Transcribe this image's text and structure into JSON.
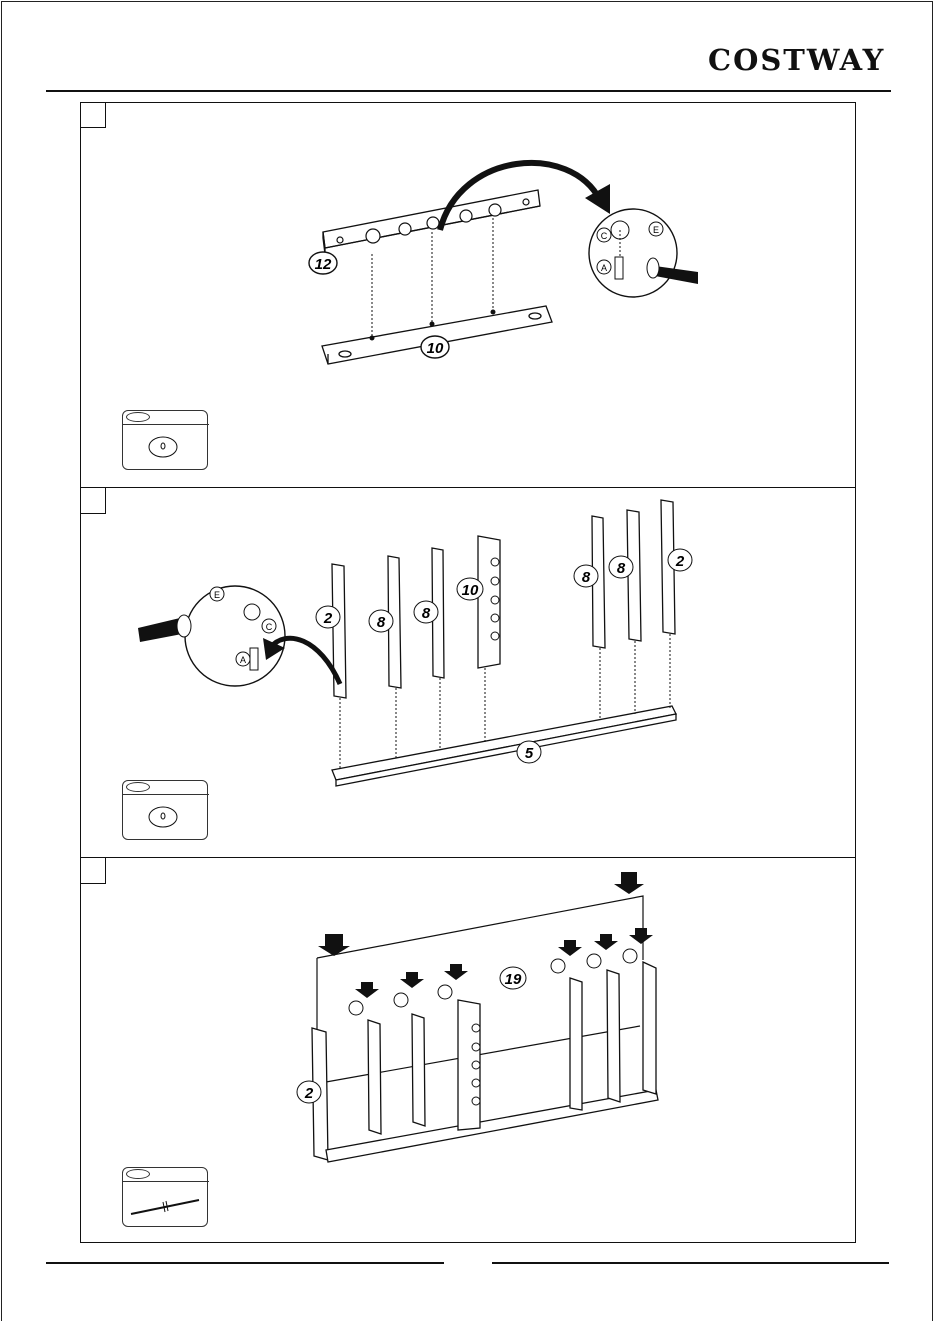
{
  "header": {
    "brand": "COSTWAY"
  },
  "steps": [
    {
      "number": "",
      "parts": [
        "12",
        "10"
      ],
      "hardware": [
        "A",
        "C",
        "E"
      ],
      "legend_label": ""
    },
    {
      "number": "",
      "parts": [
        "2",
        "8",
        "8",
        "10",
        "8",
        "8",
        "2",
        "5"
      ],
      "hardware": [
        "A",
        "C",
        "E"
      ],
      "legend_label": ""
    },
    {
      "number": "",
      "parts": [
        "19",
        "2"
      ],
      "legend_label": ""
    }
  ],
  "footer": {
    "page": ""
  }
}
